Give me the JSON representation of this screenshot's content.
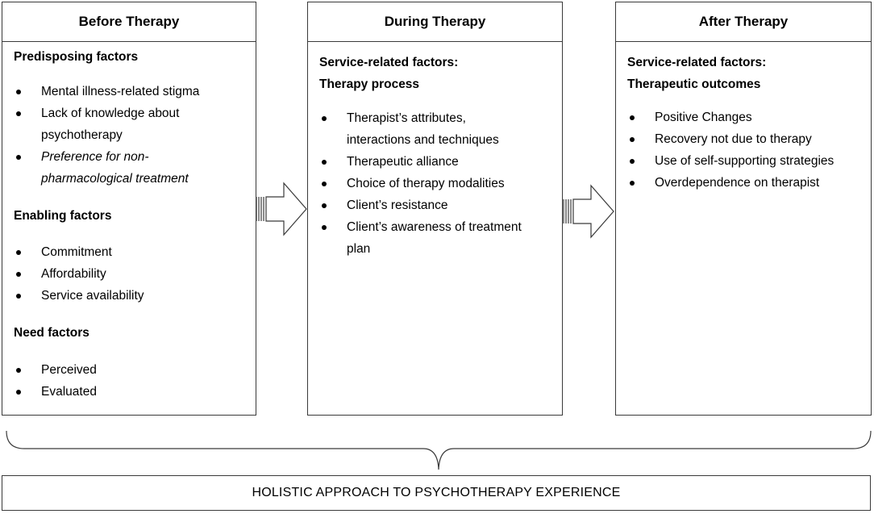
{
  "panels": [
    {
      "title": "Before Therapy",
      "sections": [
        {
          "heading": "Predisposing factors",
          "items": [
            "Mental illness-related stigma",
            "Lack of knowledge about psychotherapy",
            "Preference for non-pharmacological treatment"
          ]
        },
        {
          "heading": "Enabling factors",
          "items": [
            "Commitment",
            "Affordability",
            "Service availability"
          ]
        },
        {
          "heading": "Need factors",
          "items": [
            "Perceived",
            "Evaluated"
          ]
        }
      ]
    },
    {
      "title": "During Therapy",
      "heading_line1": "Service-related factors:",
      "heading_line2": "Therapy process",
      "items": [
        "Therapist’s attributes, interactions and techniques",
        "Therapeutic alliance",
        "Choice of therapy modalities",
        "Client’s resistance",
        "Client’s awareness of treatment plan"
      ]
    },
    {
      "title": "After Therapy",
      "heading_line1": "Service-related factors:",
      "heading_line2": "Therapeutic outcomes",
      "items": [
        "Positive Changes",
        "Recovery not due to therapy",
        "Use of self-supporting strategies",
        "Overdependence on therapist"
      ]
    }
  ],
  "footer": "HOLISTIC APPROACH TO PSYCHOTHERAPY EXPERIENCE",
  "colors": {
    "border": "#3a3a3a",
    "text": "#000000",
    "background": "#ffffff"
  }
}
